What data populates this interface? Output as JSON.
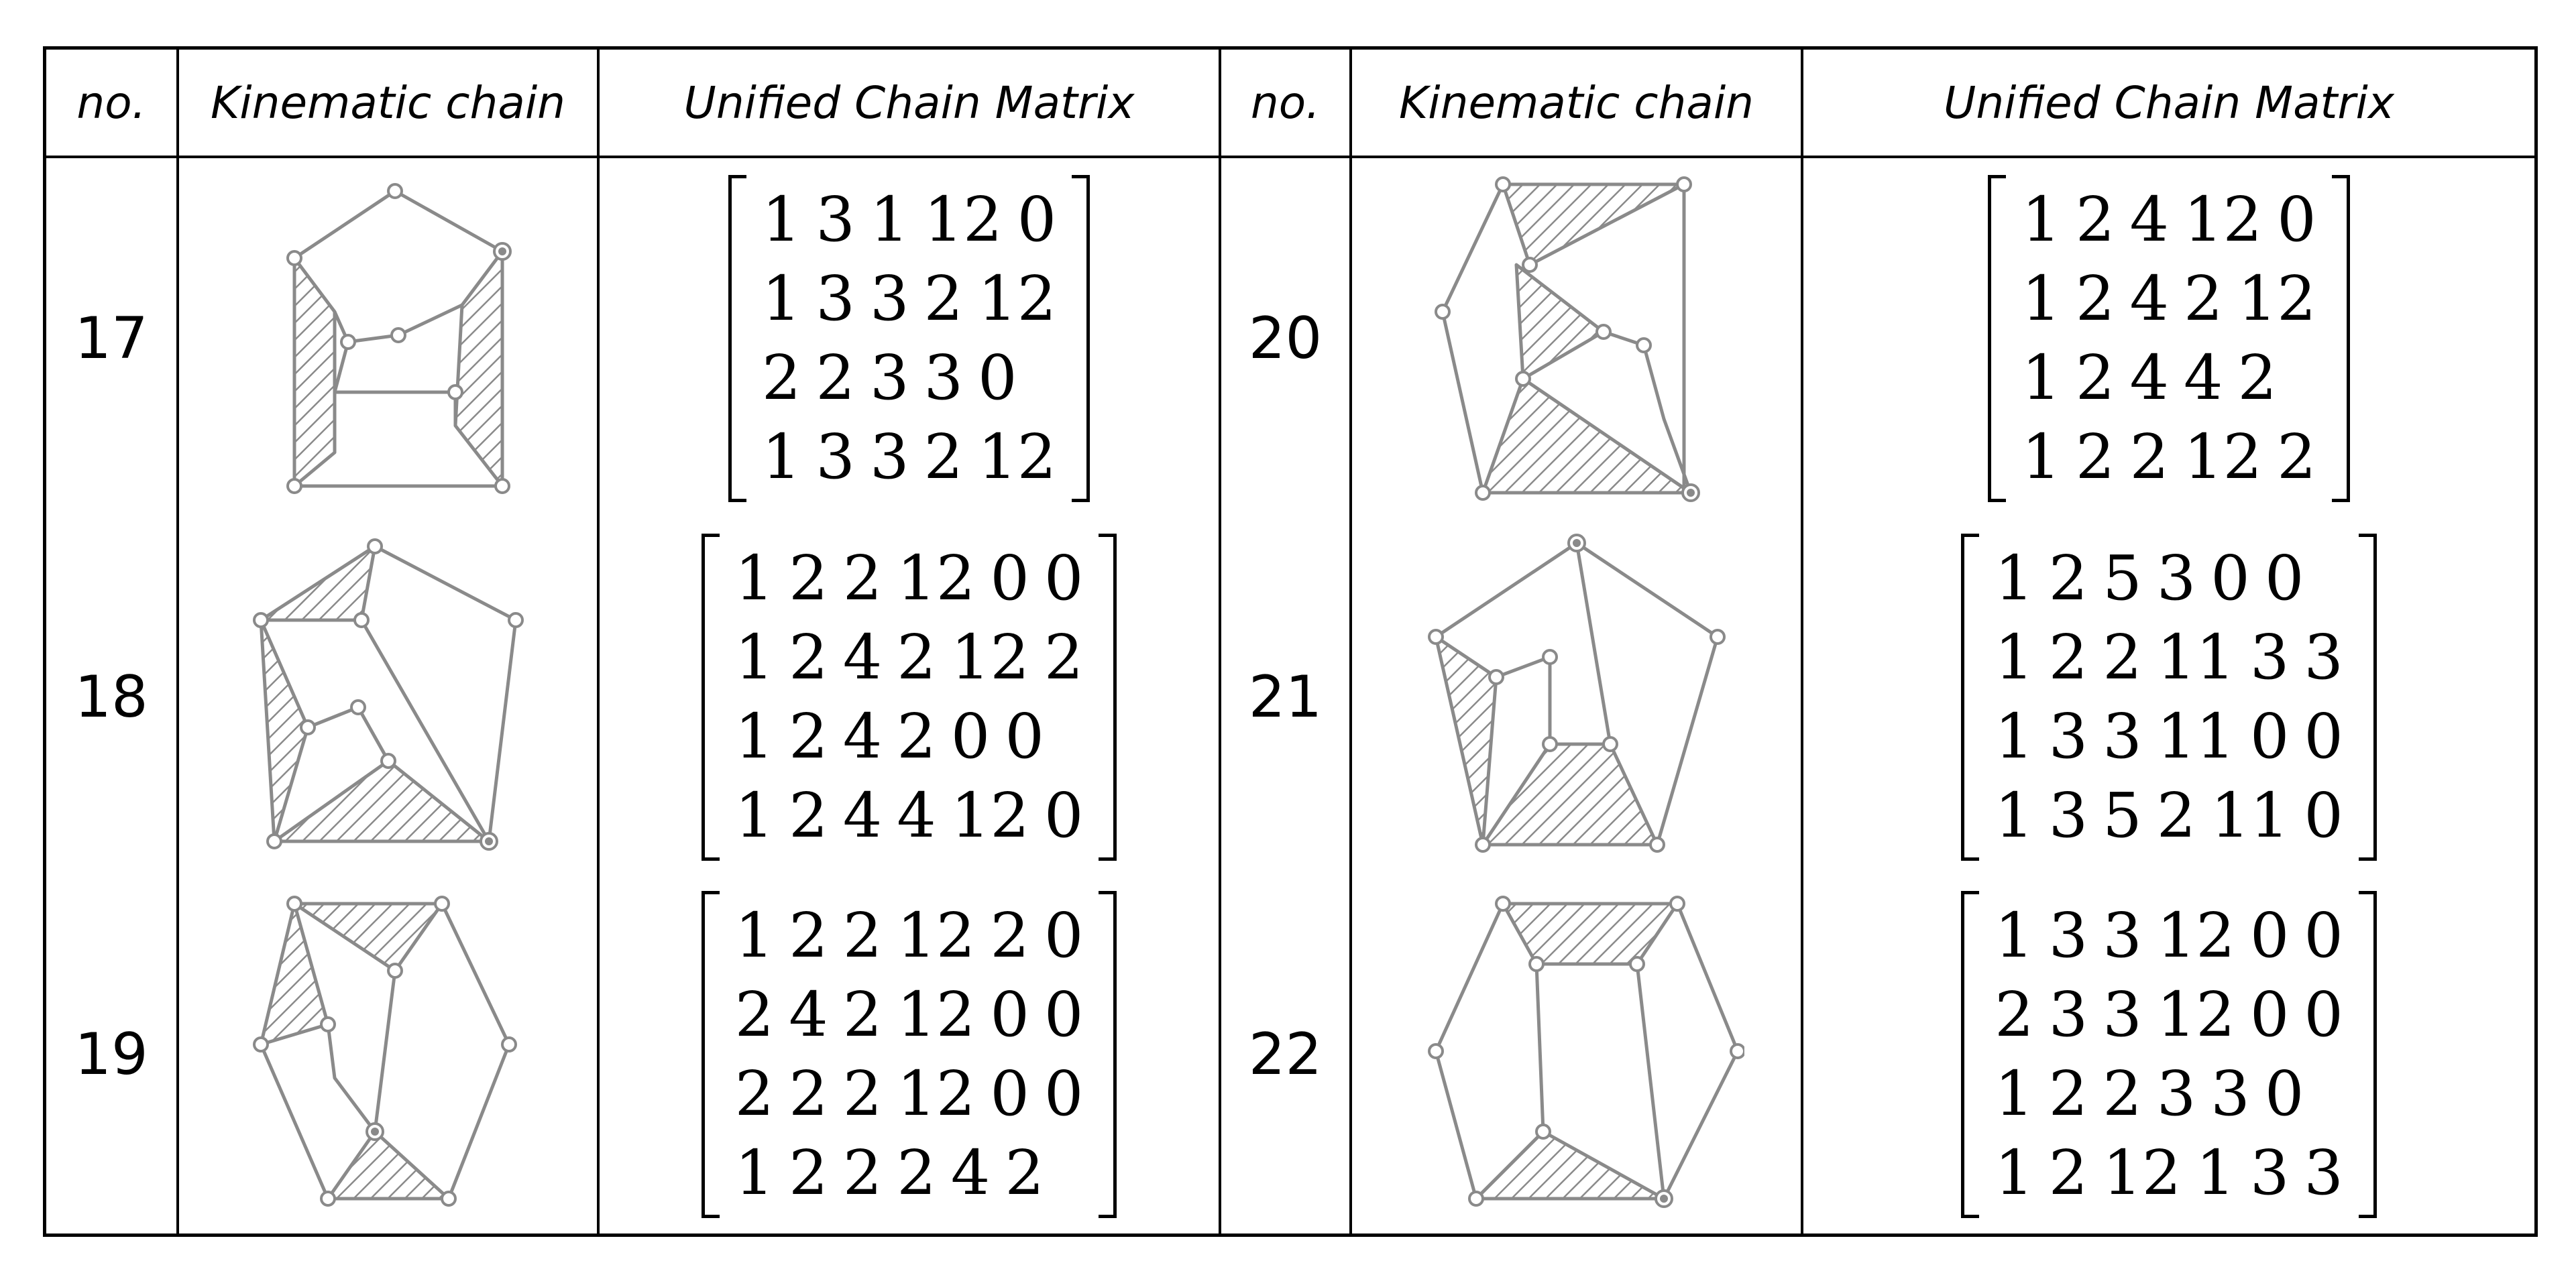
{
  "headers": {
    "no_left": "no.",
    "chain_left": "Kinematic chain",
    "matrix_left": "Unified Chain Matrix",
    "no_right": "no.",
    "chain_right": "Kinematic chain",
    "matrix_right": "Unified Chain Matrix"
  },
  "rows": [
    {
      "left": {
        "no": "17",
        "matrix": [
          [
            "1",
            "3",
            "1",
            "12",
            "0"
          ],
          [
            "1",
            "3",
            "3",
            "2",
            "12"
          ],
          [
            "2",
            "2",
            "3",
            "3",
            "0"
          ],
          [
            "1",
            "3",
            "3",
            "2",
            "12"
          ]
        ]
      },
      "right": {
        "no": "20",
        "matrix": [
          [
            "1",
            "2",
            "4",
            "12",
            "0"
          ],
          [
            "1",
            "2",
            "4",
            "2",
            "12"
          ],
          [
            "1",
            "2",
            "4",
            "4",
            "2"
          ],
          [
            "1",
            "2",
            "2",
            "12",
            "2"
          ]
        ]
      }
    },
    {
      "left": {
        "no": "18",
        "matrix": [
          [
            "1",
            "2",
            "2",
            "12",
            "0",
            "0"
          ],
          [
            "1",
            "2",
            "4",
            "2",
            "12",
            "2"
          ],
          [
            "1",
            "2",
            "4",
            "2",
            "0",
            "0"
          ],
          [
            "1",
            "2",
            "4",
            "4",
            "12",
            "0"
          ]
        ]
      },
      "right": {
        "no": "21",
        "matrix": [
          [
            "1",
            "2",
            "5",
            "3",
            "0",
            "0"
          ],
          [
            "1",
            "2",
            "2",
            "11",
            "3",
            "3"
          ],
          [
            "1",
            "3",
            "3",
            "11",
            "0",
            "0"
          ],
          [
            "1",
            "3",
            "5",
            "2",
            "11",
            "0"
          ]
        ]
      }
    },
    {
      "left": {
        "no": "19",
        "matrix": [
          [
            "1",
            "2",
            "2",
            "12",
            "2",
            "0"
          ],
          [
            "2",
            "4",
            "2",
            "12",
            "0",
            "0"
          ],
          [
            "2",
            "2",
            "2",
            "12",
            "0",
            "0"
          ],
          [
            "1",
            "2",
            "2",
            "2",
            "4",
            "2"
          ]
        ]
      },
      "right": {
        "no": "22",
        "matrix": [
          [
            "1",
            "3",
            "3",
            "12",
            "0",
            "0"
          ],
          [
            "2",
            "3",
            "3",
            "12",
            "0",
            "0"
          ],
          [
            "1",
            "2",
            "2",
            "3",
            "3",
            "0"
          ],
          [
            "1",
            "2",
            "12",
            "1",
            "3",
            "3"
          ]
        ]
      }
    }
  ]
}
